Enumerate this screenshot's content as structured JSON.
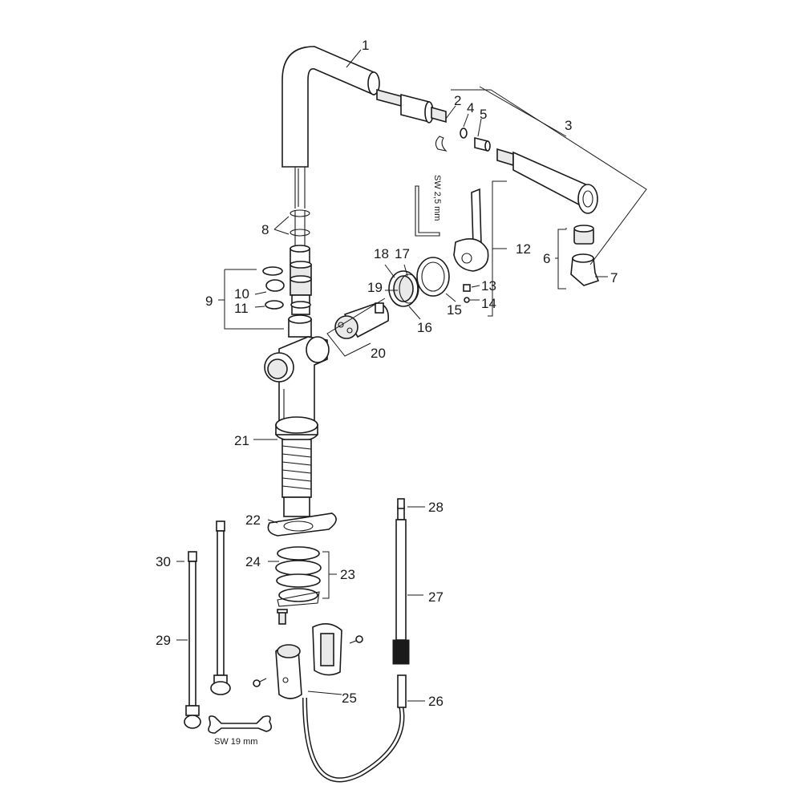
{
  "labels": {
    "l1": "1",
    "l2": "2",
    "l3": "3",
    "l4": "4",
    "l5": "5",
    "l6": "6",
    "l7": "7",
    "l8": "8",
    "l9": "9",
    "l10": "10",
    "l11": "11",
    "l12": "12",
    "l13": "13",
    "l14": "14",
    "l15": "15",
    "l16": "16",
    "l17": "17",
    "l18": "18",
    "l19": "19",
    "l20": "20",
    "l21": "21",
    "l22": "22",
    "l23": "23",
    "l24": "24",
    "l25": "25",
    "l26": "26",
    "l27": "27",
    "l28": "28",
    "l29": "29",
    "l30": "30"
  },
  "tools": {
    "allen_key": "SW 2,5 mm",
    "wrench": "SW 19 mm"
  }
}
